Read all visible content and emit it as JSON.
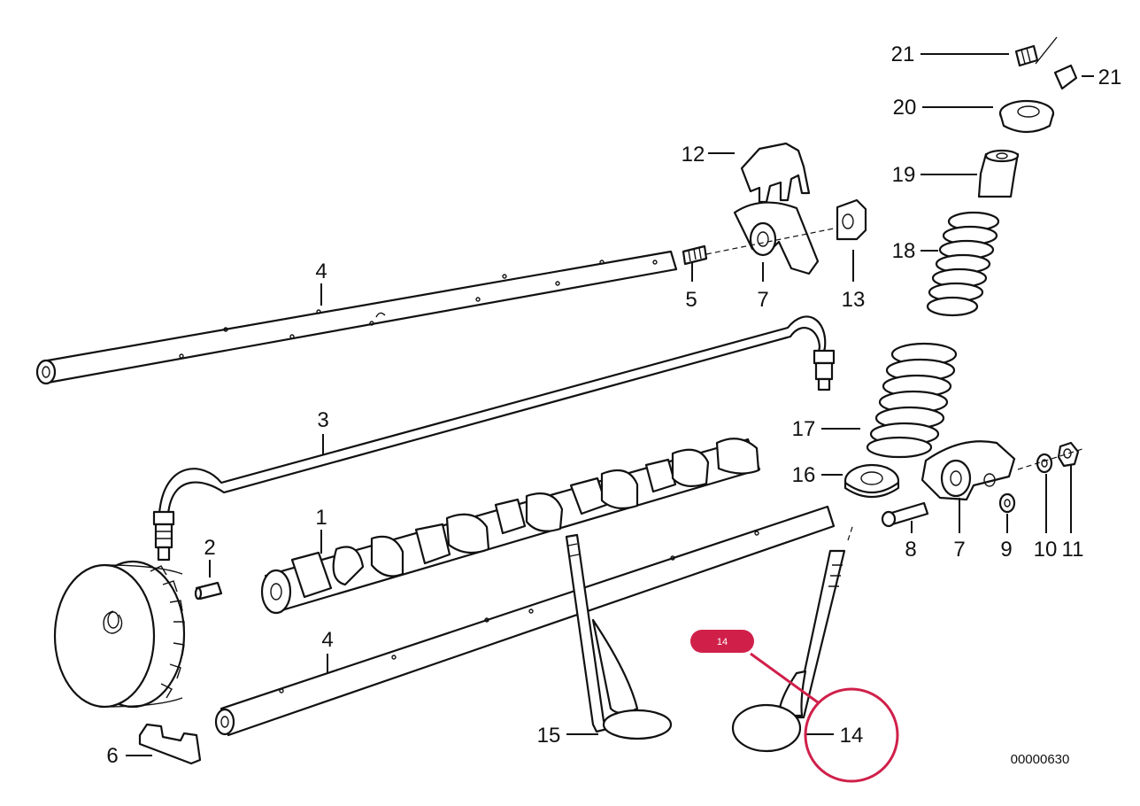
{
  "labels": {
    "l1": "1",
    "l2": "2",
    "l3": "3",
    "l4a": "4",
    "l4b": "4",
    "l5": "5",
    "l6": "6",
    "l7a": "7",
    "l7b": "7",
    "l8": "8",
    "l9": "9",
    "l10": "10",
    "l11": "11",
    "l12": "12",
    "l13": "13",
    "l14": "14",
    "l15": "15",
    "l16": "16",
    "l17": "17",
    "l18": "18",
    "l19": "19",
    "l20": "20",
    "l21a": "21",
    "l21b": "21"
  },
  "highlight": {
    "badge": "14",
    "color": "#d0204a"
  },
  "diagram_code": "00000630"
}
